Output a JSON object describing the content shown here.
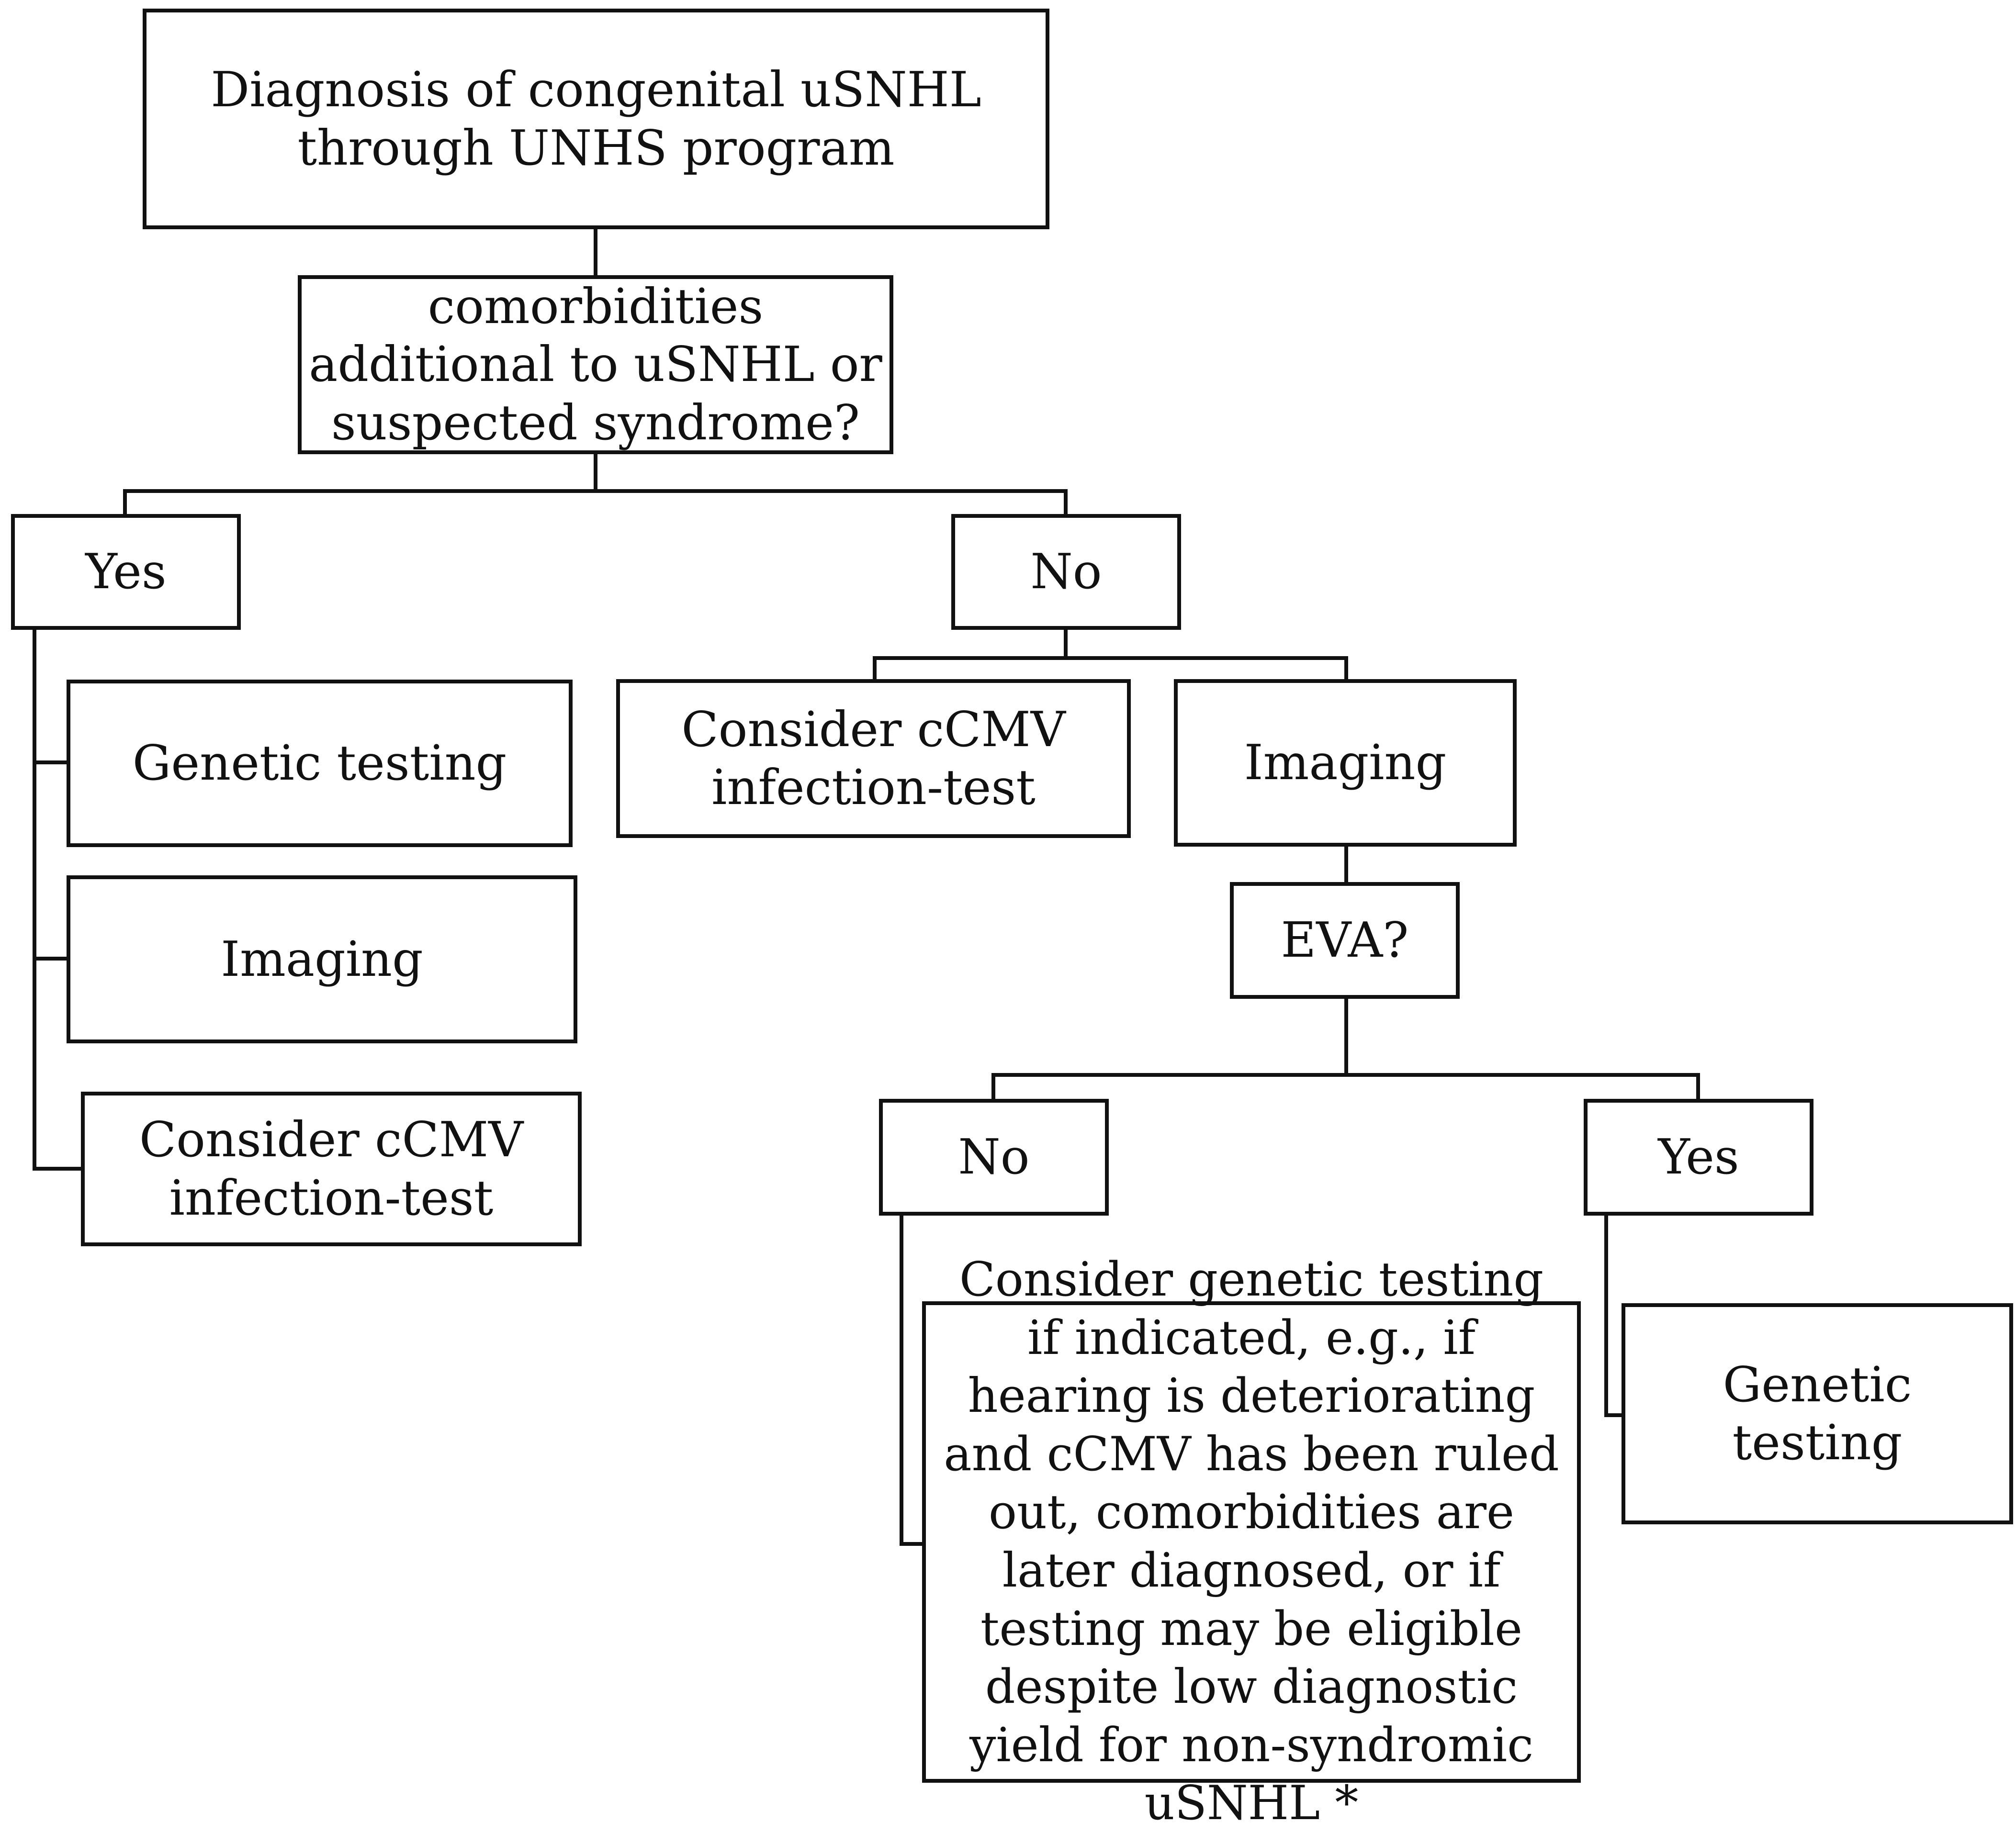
{
  "diagram": {
    "root": {
      "text": "Diagnosis of congenital uSNHL through UNHS program"
    },
    "question": {
      "text": "comorbidities additional to uSNHL or suspected syndrome?"
    },
    "yes_branch": {
      "label": "Yes",
      "steps": [
        "Genetic testing",
        "Imaging",
        "Consider cCMV infection-test"
      ]
    },
    "no_branch": {
      "label": "No",
      "cmv_step": "Consider cCMV infection-test",
      "imaging_step": "Imaging",
      "eva_question": "EVA?",
      "eva_no": {
        "label": "No",
        "outcome": "Consider genetic testing if indicated, e.g., if hearing is deteriorating and cCMV has been ruled out, comorbidities are later diagnosed, or if testing may be eligible despite low diagnostic yield for non-syndromic uSNHL *"
      },
      "eva_yes": {
        "label": "Yes",
        "outcome": "Genetic testing"
      }
    }
  },
  "style": {
    "line_color": "#111111",
    "background": "#ffffff"
  }
}
